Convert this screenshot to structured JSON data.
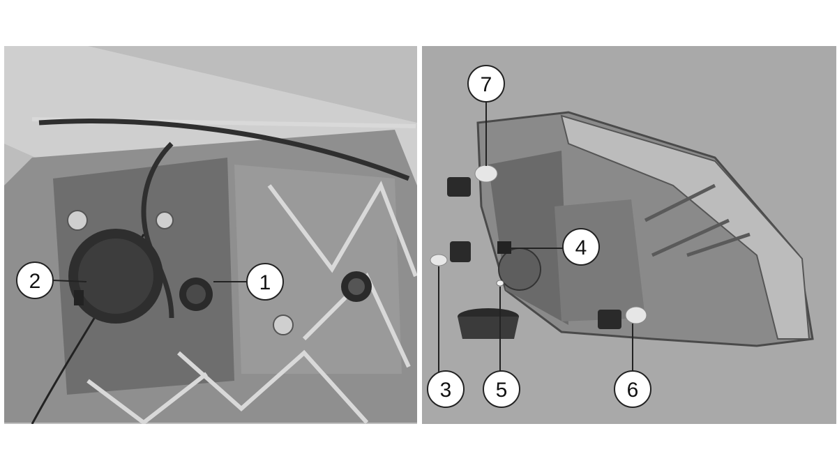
{
  "left_callouts": [
    {
      "id": "1",
      "label": "1"
    },
    {
      "id": "2",
      "label": "2"
    }
  ],
  "right_callouts": [
    {
      "id": "3",
      "label": "3"
    },
    {
      "id": "4",
      "label": "4"
    },
    {
      "id": "5",
      "label": "5"
    },
    {
      "id": "6",
      "label": "6"
    },
    {
      "id": "7",
      "label": "7"
    }
  ],
  "colors": {
    "left_background": "#bdbdbd",
    "right_background": "#a9a9a9",
    "part_dark": "#3a3a3a",
    "part_mid": "#7a7a7a",
    "part_light": "#d6d6d6",
    "callout_fill": "#ffffff",
    "callout_stroke": "#222222"
  }
}
